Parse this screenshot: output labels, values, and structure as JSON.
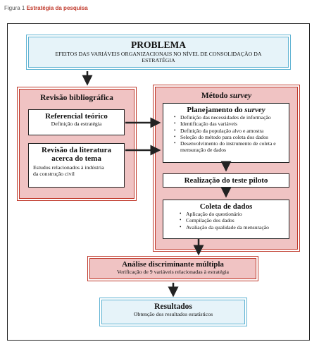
{
  "caption": {
    "prefix": "Figura 1",
    "title": "Estratégia da pesquisa"
  },
  "problema": {
    "title": "PROBLEMA",
    "text": "EFEITOS DAS VARIÁVEIS ORGANIZACIONAIS NO NÍVEL DE CONSOLIDAÇÃO DA ESTRATÉGIA"
  },
  "revisao": {
    "title": "Revisão bibliográfica",
    "referencial": {
      "title": "Referencial teórico",
      "text": "Definição da estratégia"
    },
    "literatura": {
      "title": "Revisão da literatura acerca do tema",
      "text": "Estudos relacionados à indústria da construção civil"
    }
  },
  "metodo": {
    "title_prefix": "Método",
    "title_italic": "survey",
    "planejamento": {
      "title_prefix": "Planejamento do",
      "title_italic": "survey",
      "items": [
        "Definição das necessidades de informação",
        "Identificação das variáveis",
        "Definição da população alvo e amostra",
        "Seleção do método para coleta dos dados",
        "Desenvolvimento do instrumento de coleta e mensuração de dados"
      ]
    },
    "teste_piloto": {
      "title": "Realização do teste piloto"
    },
    "coleta": {
      "title": "Coleta de dados",
      "items": [
        "Aplicação do questionário",
        "Compilação dos dados",
        "Avaliação da qualidade da mensuração"
      ]
    }
  },
  "analise": {
    "title": "Análise discriminante múltipla",
    "text": "Verificação de 9 variáveis  relacionadas à estratégia"
  },
  "resultados": {
    "title": "Resultados",
    "text": "Obtenção dos resultados estatísticos"
  },
  "colors": {
    "pink_fill": "#f0c3c3",
    "red_border": "#c0392b",
    "blue_fill": "#e6f3f9",
    "blue_border": "#5fb3d3"
  }
}
